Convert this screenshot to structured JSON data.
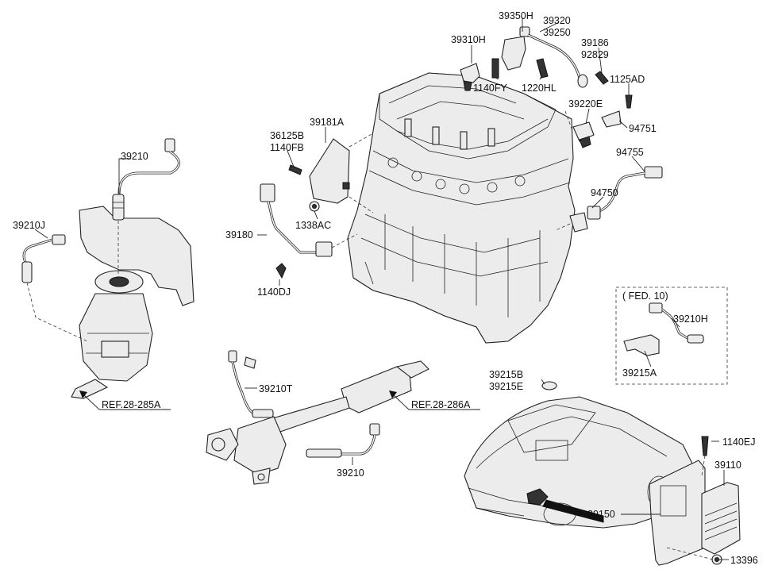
{
  "labels": {
    "p39350H": "39350H",
    "p39320": "39320",
    "p39250": "39250",
    "p39310H": "39310H",
    "p39186": "39186",
    "p92829": "92829",
    "p1140FY": "1140FY",
    "p1220HL": "1220HL",
    "p1125AD": "1125AD",
    "p39220E": "39220E",
    "p94751": "94751",
    "p36125B": "36125B",
    "p1140FB": "1140FB",
    "p39181A": "39181A",
    "p39210_top": "39210",
    "p94755": "94755",
    "p94750": "94750",
    "p39210J": "39210J",
    "p1338AC": "1338AC",
    "p39180": "39180",
    "p1140DJ": "1140DJ",
    "fed_note": "( FED. 10)",
    "p39210H": "39210H",
    "p39215A": "39215A",
    "p39210T": "39210T",
    "ref_28_285A": "REF.28-285A",
    "ref_28_286A": "REF.28-286A",
    "p39215B": "39215B",
    "p39215E": "39215E",
    "p1140EJ": "1140EJ",
    "p39110": "39110",
    "p39150": "39150",
    "p39210_bottom": "39210",
    "p13396": "13396"
  }
}
